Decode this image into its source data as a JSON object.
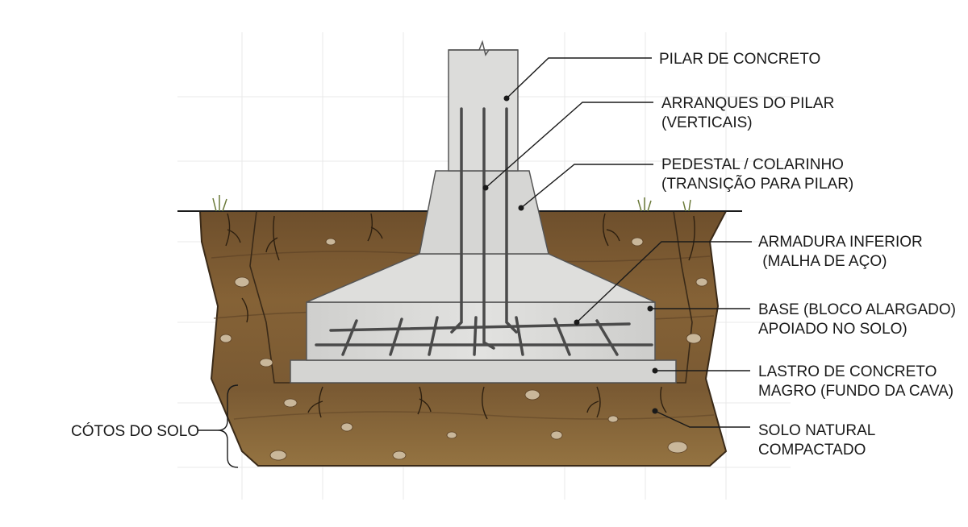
{
  "labels": {
    "pilar": "PILAR DE CONCRETO",
    "arranques_1": "ARRANQUES DO PILAR",
    "arranques_2": "(VERTICAIS)",
    "pedestal_1": "PEDESTAL / COLARINHO",
    "pedestal_2": "(TRANSIÇÃO PARA PILAR)",
    "armadura_1": "ARMADURA INFERIOR",
    "armadura_2": " (MALHA DE AÇO)",
    "base_1": "BASE (BLOCO ALARGADO)",
    "base_2": "APOIADO NO SOLO)",
    "lastro_1": "LASTRO DE CONCRETO",
    "lastro_2": "MAGRO (FUNDO DA CAVA)",
    "solo_1": "SOLO NATURAL",
    "solo_2": "COMPACTADO",
    "cotos": "CÓTOS DO SOLO"
  },
  "colors": {
    "concrete": "#d9d9d7",
    "concrete_dark": "#bdbdbb",
    "soil_top": "#7a5a33",
    "soil_mid": "#8a6a40",
    "soil_deep": "#93723f",
    "rebar": "#4a4a4a",
    "leader": "#1a1a1a",
    "grid": "#e6e6e6"
  }
}
